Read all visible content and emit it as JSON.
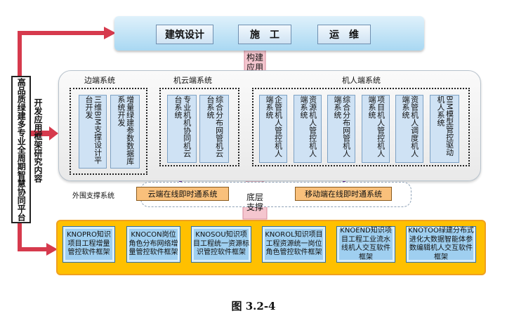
{
  "top": {
    "items": [
      "建筑设计",
      "施　工",
      "运　维"
    ]
  },
  "left_column_text": "高品质绿建多专业全周期智慧协同平台",
  "left_side_label": "开发应用框架研究内容",
  "build_app": "构建\n应用",
  "groups": [
    {
      "title": "边端系统",
      "cards": [
        "三维BIM支撑设计平台开发",
        "增量绿建参数数据库系统开发"
      ]
    },
    {
      "title": "机云端系统",
      "cards": [
        "专业机机协同机云台系统",
        "综合分布网管机云台系统"
      ]
    },
    {
      "title": "机人端系统",
      "cards": [
        "企管机人管控机人端系统",
        "资源机人管控机人端系统",
        "综合分布网管机人端系统",
        "项目机人管控机人端系统",
        "资管机人调度机人端系统",
        "BIM模型管控驱动机人系统"
      ]
    }
  ],
  "support": {
    "label": "外围支撑系统",
    "cloud": "云端在线即时通系统",
    "mobile": "移动端在线即时通系统",
    "bottom_layer": "底层\n支撑"
  },
  "bottom_boxes": [
    "KNOPRO知识项目工程增量管控软件框架",
    "KNOCON岗位角色分布网络增量管控软件框架",
    "KNOSOU知识项目工程统一资源标识管控软件框架",
    "KNOROL知识项目工程资源统一岗位角色管控软件框架",
    "KNOEND知识项目工程工业流水线机人交互软件框架",
    "KNOTOO绿建分布式进化大数据智能体参数编辑机人交互软件框架"
  ],
  "caption": "图 3.2-4",
  "colors": {
    "pink_arrow": "#f5c6cf",
    "crimson_arrow": "#d63a4d",
    "purple_arrow": "#7030a0",
    "orange": "#ffc000"
  }
}
